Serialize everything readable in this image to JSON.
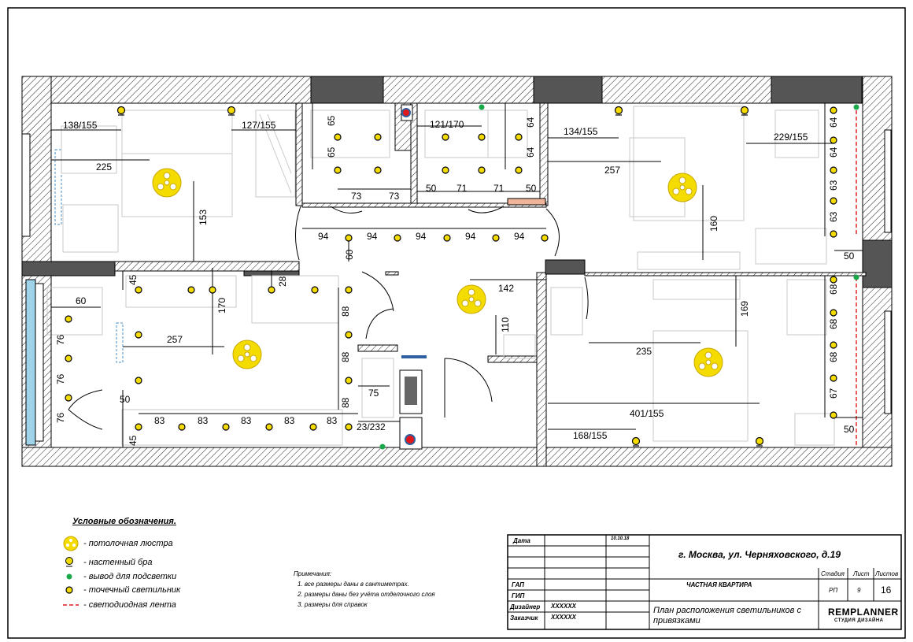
{
  "plan": {
    "dimensions": {
      "d138_155": "138/155",
      "d127_155": "127/155",
      "d225": "225",
      "d153": "153",
      "d65a": "65",
      "d65b": "65",
      "d73a": "73",
      "d73b": "73",
      "d121_170": "121/170",
      "d50a": "50",
      "d71a": "71",
      "d71b": "71",
      "d50b": "50",
      "d64a": "64",
      "d64b": "64",
      "d134_155": "134/155",
      "d257a": "257",
      "d160": "160",
      "d229_155": "229/155",
      "d64c": "64",
      "d64d": "64",
      "d63a": "63",
      "d63b": "63",
      "d50c": "50",
      "d94a": "94",
      "d94b": "94",
      "d94c": "94",
      "d94d": "94",
      "d94e": "94",
      "d60a": "60",
      "d45a": "45",
      "d28": "28",
      "d170": "170",
      "d60b": "60",
      "d257b": "257",
      "d76a": "76",
      "d76b": "76",
      "d76c": "76",
      "d50d": "50",
      "d88a": "88",
      "d88b": "88",
      "d88c": "88",
      "d83a": "83",
      "d83b": "83",
      "d83c": "83",
      "d83d": "83",
      "d83e": "83",
      "d45b": "45",
      "d142": "142",
      "d110": "110",
      "d75": "75",
      "d23_232": "23/232",
      "d169": "169",
      "d235": "235",
      "d401_155": "401/155",
      "d168_155": "168/155",
      "d68a": "68",
      "d68b": "68",
      "d68c": "68",
      "d67": "67",
      "d50e": "50"
    }
  },
  "legend": {
    "title": "Условные обозначения.",
    "items": [
      {
        "label": "- потолочная люстра",
        "icon": "chandelier-icon"
      },
      {
        "label": "- настенный бра",
        "icon": "wall-sconce-icon"
      },
      {
        "label": "- вывод для подсветки",
        "icon": "backlight-outlet-icon"
      },
      {
        "label": "- точечный светильник",
        "icon": "spotlight-icon"
      },
      {
        "label": "- светодиодная лента",
        "icon": "led-strip-icon"
      }
    ]
  },
  "notes": {
    "title": "Примечания:",
    "items": [
      "1.  все размеры даны в сантиметрах.",
      "2.  размеры даны без учёта отделочного слоя",
      "3.  размеры для справок"
    ]
  },
  "title_block": {
    "date_label": "Дата",
    "date_value": "10.10.18",
    "address": "г. Москва, ул. Черняховского, д.19",
    "gap_label": "ГАП",
    "gip_label": "ГИП",
    "designer_label": "Дизайнер",
    "designer_value": "XXXXXX",
    "client_label": "Заказчик",
    "client_value": "XXXXXX",
    "project_type": "ЧАСТНАЯ КВАРТИРА",
    "sheet_title": "План расположения светильников с привязками",
    "stage_label": "Стадия",
    "sheet_label": "Лист",
    "sheets_label": "Листов",
    "stage_value": "РП",
    "sheet_value": "9",
    "sheets_value": "16",
    "logo_text": "REMPLANNER",
    "logo_subtitle": "СТУДИЯ ДИЗАЙНА"
  },
  "colors": {
    "fixture_yellow": "#f5dc00",
    "backlight_green": "#1aa84a",
    "led_red": "#e0181b",
    "window_blue": "#9fd3ea",
    "column_gray": "#555555"
  }
}
